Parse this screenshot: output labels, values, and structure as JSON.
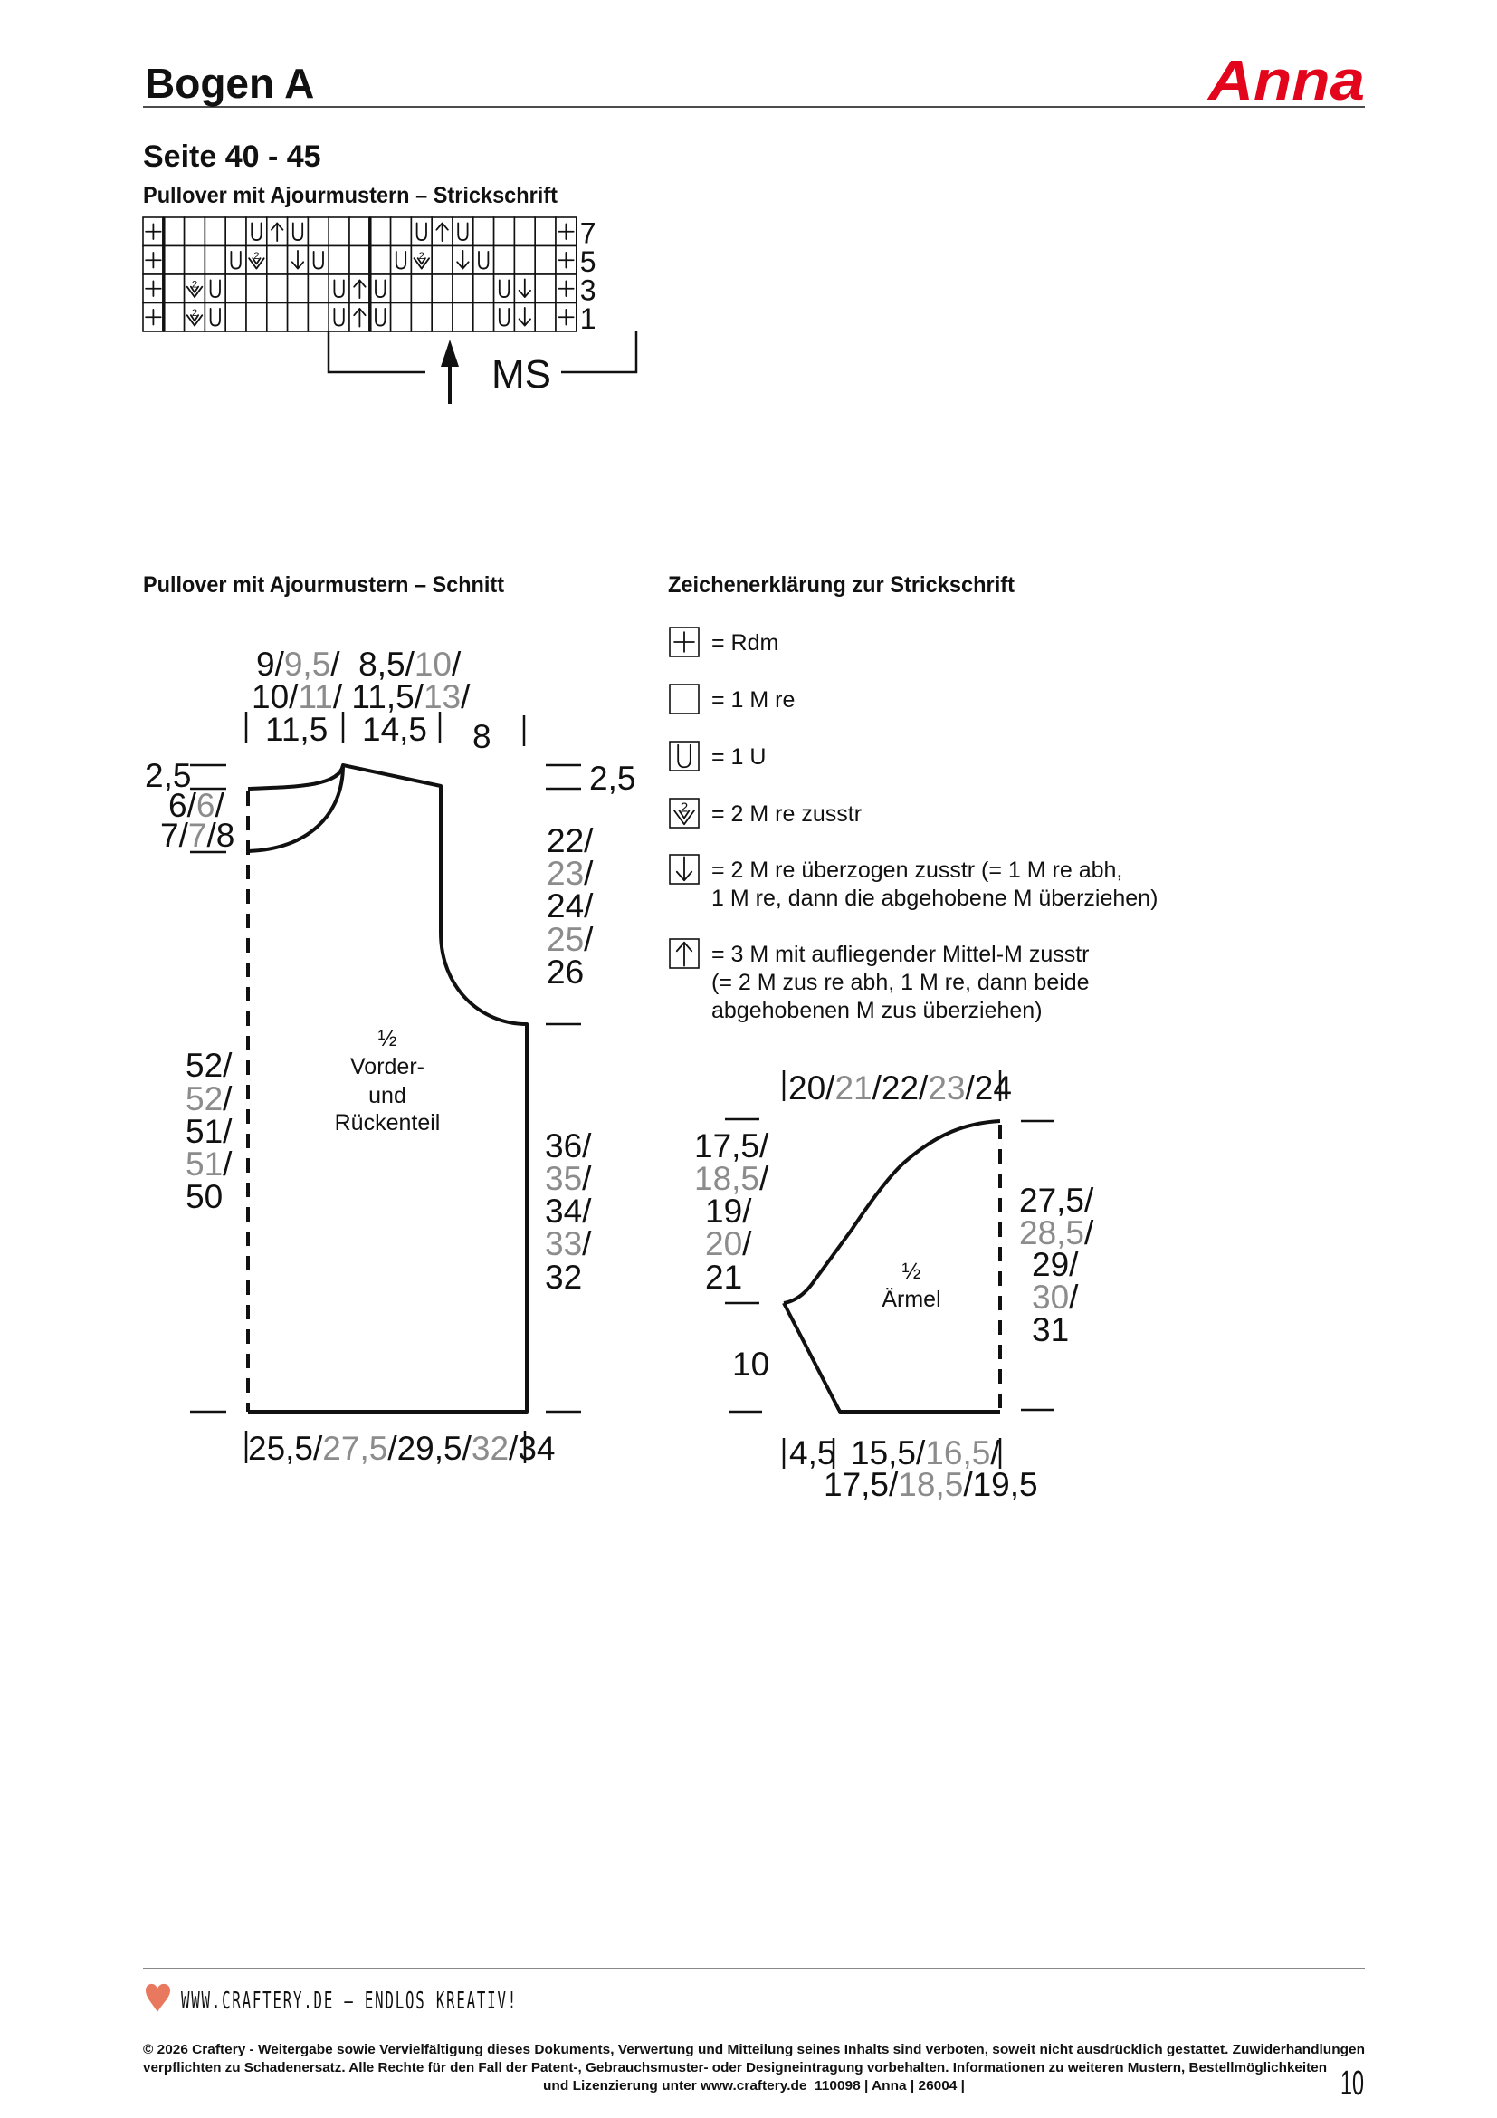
{
  "header": {
    "title": "Bogen A",
    "brand": "Anna",
    "brand_color": "#e3051b"
  },
  "page_range": "Seite 40 - 45",
  "chart": {
    "title": "Pullover mit Ajourmustern – Strickschrift",
    "center_label": "MS",
    "rows": [
      {
        "number": "7",
        "cells": [
          "+",
          "",
          "",
          "",
          "",
          "U",
          "up",
          "U",
          "",
          "",
          "",
          "",
          "",
          "U",
          "up",
          "U",
          "",
          "",
          "",
          "",
          "+"
        ]
      },
      {
        "number": "5",
        "cells": [
          "+",
          "",
          "",
          "",
          "U",
          "k2",
          "",
          "down",
          "U",
          "",
          "",
          "",
          "U",
          "k2",
          "",
          "down",
          "U",
          "",
          "",
          "",
          "+"
        ]
      },
      {
        "number": "3",
        "cells": [
          "+",
          "",
          "k2",
          "U",
          "",
          "",
          "",
          "",
          "",
          "U",
          "up",
          "U",
          "",
          "",
          "",
          "",
          "",
          "U",
          "down",
          "",
          "+"
        ]
      },
      {
        "number": "1",
        "cells": [
          "+",
          "",
          "k2",
          "U",
          "",
          "",
          "",
          "",
          "",
          "U",
          "up",
          "U",
          "",
          "",
          "",
          "",
          "",
          "U",
          "down",
          "",
          "+"
        ]
      }
    ]
  },
  "schnitt": {
    "title": "Pullover mit Ajourmustern – Schnitt",
    "top1": [
      "9/",
      "9,5",
      "/  8,5/",
      "10",
      "/"
    ],
    "top2": [
      "10/",
      "11",
      "/ 11,5/",
      "13",
      "/"
    ],
    "top3": [
      "11,5",
      "14,5",
      "8"
    ],
    "left_top": "2,5",
    "left_neck": [
      [
        "6/",
        "6",
        "/"
      ],
      [
        "7/",
        "7",
        "/8"
      ]
    ],
    "right_top": "2,5",
    "right_armhole": [
      [
        "22/"
      ],
      [
        "",
        "23",
        "/"
      ],
      [
        "24/"
      ],
      [
        "",
        "25",
        "/"
      ],
      [
        "26"
      ]
    ],
    "right_side": [
      [
        "36/"
      ],
      [
        "",
        "35",
        "/"
      ],
      [
        "34/"
      ],
      [
        "",
        "33",
        "/"
      ],
      [
        "32"
      ]
    ],
    "left_body": [
      [
        "52/"
      ],
      [
        "",
        "52",
        "/"
      ],
      [
        "51/"
      ],
      [
        "",
        "51",
        "/"
      ],
      [
        "50"
      ]
    ],
    "piece_label": [
      "½",
      "Vorder-",
      "und",
      "Rückenteil"
    ],
    "bottom": [
      "25,5/",
      "27,5",
      "/29,5/",
      "32",
      "/34"
    ]
  },
  "legend": {
    "title": "Zeichenerklärung zur Strickschrift",
    "items": [
      {
        "symbol": "+",
        "lines": [
          "= Rdm"
        ]
      },
      {
        "symbol": "",
        "lines": [
          "= 1 M re"
        ]
      },
      {
        "symbol": "U",
        "lines": [
          "= 1 U"
        ]
      },
      {
        "symbol": "k2",
        "lines": [
          "= 2 M re zusstr"
        ]
      },
      {
        "symbol": "down",
        "lines": [
          "= 2 M re überzogen zusstr (= 1 M re abh,",
          "1 M re, dann die abgehobene M überziehen)"
        ]
      },
      {
        "symbol": "up",
        "lines": [
          "= 3 M mit aufliegender Mittel-M zusstr",
          "(= 2 M zus re abh, 1 M re, dann beide",
          "abgehobenen M zus überziehen)"
        ]
      }
    ]
  },
  "sleeve": {
    "top": [
      "20/",
      "21",
      "/22/",
      "23",
      "/24"
    ],
    "left": [
      [
        "17,5/"
      ],
      [
        "",
        "18,5",
        "/"
      ],
      [
        "19/"
      ],
      [
        "",
        "20",
        "/"
      ],
      [
        "21"
      ]
    ],
    "cuff_height": "10",
    "right": [
      [
        "27,5/"
      ],
      [
        "",
        "28,5",
        "/"
      ],
      [
        "29/"
      ],
      [
        "",
        "30",
        "/"
      ],
      [
        "31"
      ]
    ],
    "piece_label": [
      "½",
      "Ärmel"
    ],
    "bottom1a": "4,5",
    "bottom1b": [
      "15,5/",
      "16,5",
      "/"
    ],
    "bottom2": [
      "17,5/",
      "18,5",
      "/19,5"
    ]
  },
  "footer": {
    "slogan": "WWW.CRAFTERY.DE – ENDLOS KREATIV!",
    "heart_color": "#e8785e",
    "copyright": [
      "© 2026 Craftery - Weitergabe sowie Vervielfältigung dieses Dokuments, Verwertung und Mitteilung seines Inhalts sind verboten, soweit nicht ausdrücklich gestattet. Zuwiderhandlungen",
      "verpflichten zu Schadenersatz. Alle Rechte für den Fall der Patent-, Gebrauchsmuster- oder Designeintragung vorbehalten. Informationen zu weiteren Mustern, Bestellmöglichkeiten",
      "und Lizenzierung unter www.craftery.de  110098 | Anna | 26004 |"
    ],
    "page_number": "10"
  }
}
